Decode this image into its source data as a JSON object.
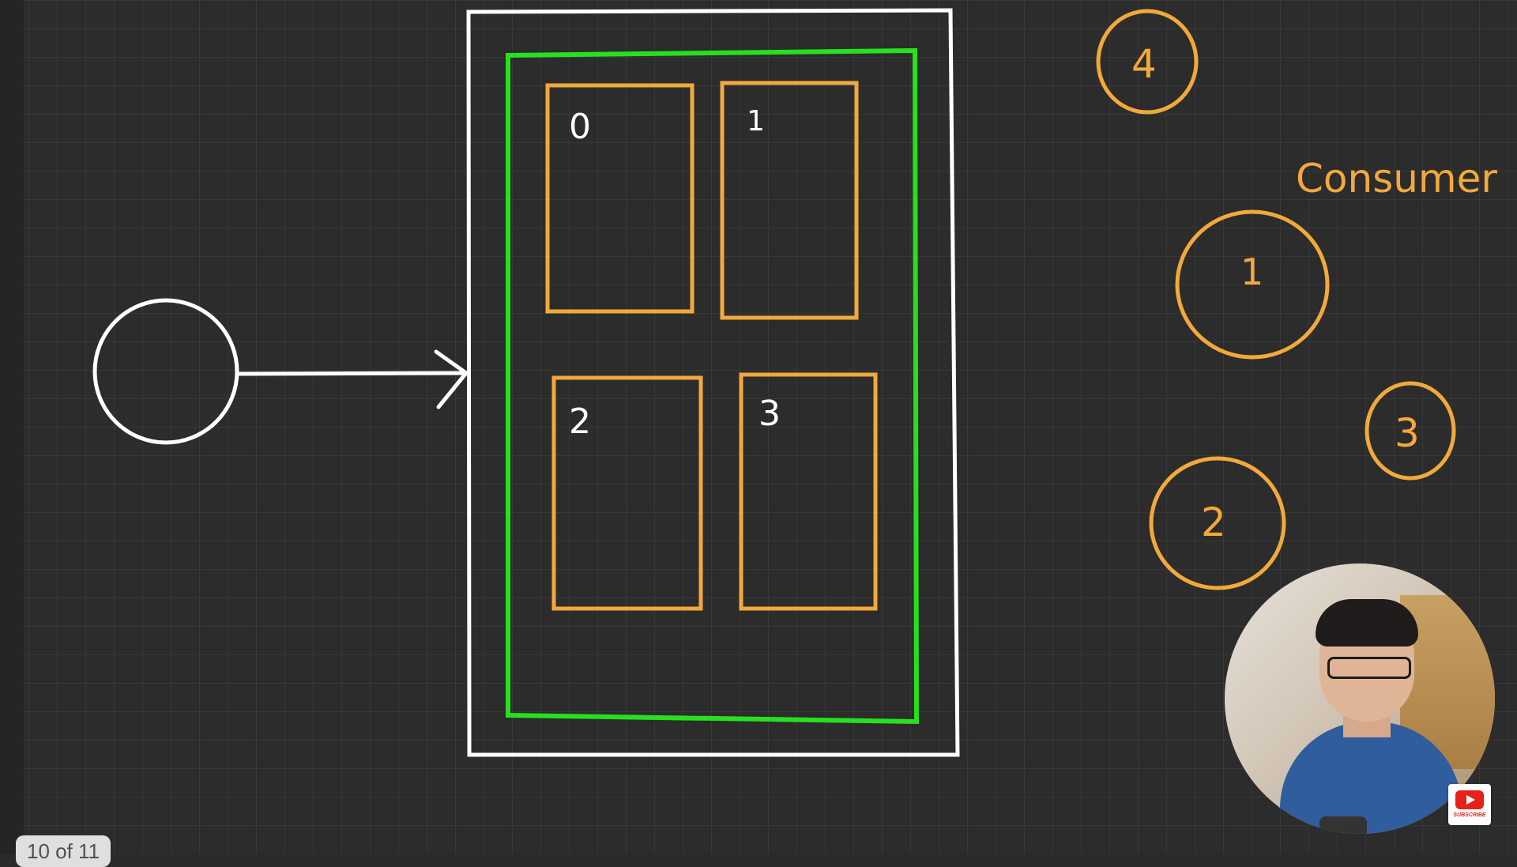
{
  "page_counter": "10 of 11",
  "partitions": [
    {
      "label": "0"
    },
    {
      "label": "1"
    },
    {
      "label": "2"
    },
    {
      "label": "3"
    }
  ],
  "consumers": {
    "heading": "Consumer",
    "items": [
      {
        "label": "1"
      },
      {
        "label": "3"
      },
      {
        "label": "2"
      },
      {
        "label": "4"
      }
    ]
  },
  "youtube": {
    "caption": "SUBSCRIBE"
  },
  "colors": {
    "background": "#2c2c2c",
    "white_ink": "#ffffff",
    "green_ink": "#27e01e",
    "orange_ink": "#f2a93b",
    "youtube_red": "#e62117"
  }
}
